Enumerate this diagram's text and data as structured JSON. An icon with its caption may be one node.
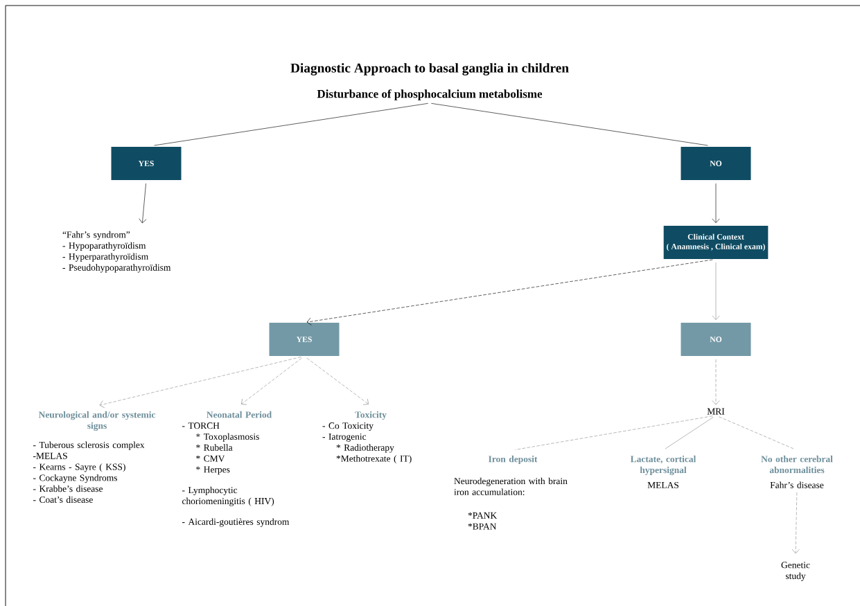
{
  "diagram": {
    "title": "Diagnostic Approach to basal ganglia in children",
    "nodes": [
      {
        "text": [
          "Disturbance of phosphocalcium metabolisme"
        ]
      },
      {
        "text": [
          "YES"
        ]
      },
      {
        "text": [
          "NO"
        ]
      },
      {
        "text": [
          "“Fahr’s syndrom”",
          "- Hypoparathyroïdism",
          "- Hyperparathyroïdism",
          "- Pseudohypoparathyroïdism"
        ]
      },
      {
        "text": [
          "Clinical Context",
          "( Anamnesis , Clinical exam)"
        ]
      },
      {
        "text": [
          "YES"
        ]
      },
      {
        "text": [
          "NO"
        ]
      },
      {
        "text": [
          "Neurological and/or systemic signs",
          "- Tuberous sclerosis complex",
          "-MELAS",
          "- Kearns - Sayre ( KSS)",
          "- Cockayne Syndroms",
          "- Krabbe’s disease",
          "- Coat’s disease"
        ]
      },
      {
        "text": [
          "Neonatal Period",
          "- TORCH",
          "* Toxoplasmosis",
          "* Rubella",
          "* CMV",
          "* Herpes",
          "- Lymphocytic choriomeningitis ( HIV)",
          "- Aicardi-goutières syndrom"
        ]
      },
      {
        "text": [
          "Toxicity",
          "- Co Toxicity",
          "- Iatrogenic",
          "* Radiotherapy",
          "*Methotrexate ( IT)"
        ]
      },
      {
        "text": [
          "MRI"
        ]
      },
      {
        "text": [
          "Iron deposit",
          "Neurodegeneration with brain iron accumulation:",
          "*PANK",
          "*BPAN"
        ]
      },
      {
        "text": [
          "Lactate, cortical hypersignal",
          "MELAS"
        ]
      },
      {
        "text": [
          "No other cerebral abnormalities",
          "Fahr’s disease"
        ]
      },
      {
        "text": [
          "Genetic study"
        ]
      }
    ],
    "edges": [
      {
        "from": 0,
        "to": 1,
        "arrow": "none",
        "color": "#1a1a1a"
      },
      {
        "from": 0,
        "to": 2,
        "arrow": "none",
        "color": "#1a1a1a"
      },
      {
        "from": 1,
        "to": 3,
        "arrow": "to",
        "color": "#1a1a1a"
      },
      {
        "from": 2,
        "to": 4,
        "arrow": "to",
        "color": "#1a1a1a"
      },
      {
        "from": 4,
        "to": 5,
        "arrow": "to",
        "style": "dashed",
        "color": "#1a1a1a"
      },
      {
        "from": 4,
        "to": 6,
        "arrow": "to"
      },
      {
        "from": 5,
        "to": 7,
        "arrow": "to",
        "style": "dashed"
      },
      {
        "from": 5,
        "to": 8,
        "arrow": "to",
        "style": "dashed"
      },
      {
        "from": 5,
        "to": 9,
        "arrow": "to",
        "style": "dashed"
      },
      {
        "from": 6,
        "to": 10,
        "arrow": "to",
        "style": "dashed"
      },
      {
        "from": 10,
        "to": 11,
        "arrow": "none",
        "style": "dashed"
      },
      {
        "from": 10,
        "to": 12,
        "arrow": "none"
      },
      {
        "from": 10,
        "to": 13,
        "arrow": "none",
        "style": "dashed"
      },
      {
        "from": 13,
        "to": 14,
        "arrow": "to",
        "style": "dashed"
      }
    ]
  }
}
